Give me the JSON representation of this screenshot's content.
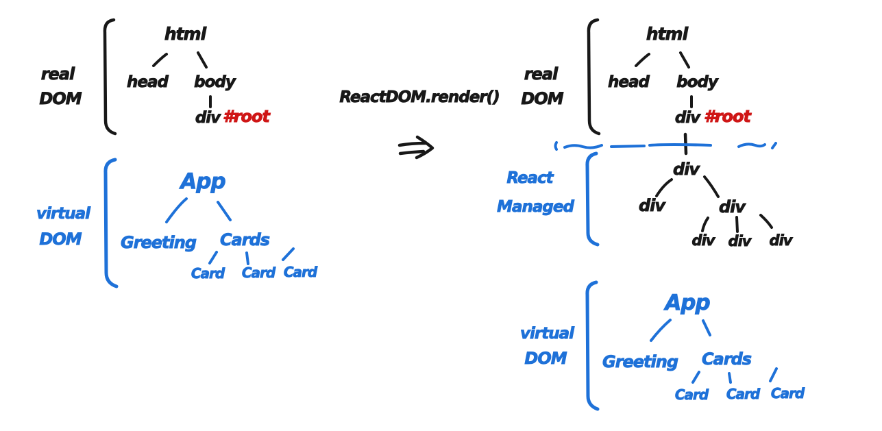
{
  "colors": {
    "ink": "#181818",
    "blue": "#1e71d8",
    "red": "#cf1616",
    "background": "#ffffff"
  },
  "transform": {
    "label": "ReactDOM.render()",
    "arrow": "double-arrow-right"
  },
  "left_real_dom": {
    "label_line1": "real",
    "label_line2": "DOM",
    "root": "html",
    "child_left": "head",
    "child_right": "body",
    "grandchild": "div",
    "root_id": "#root"
  },
  "left_virtual_dom": {
    "label_line1": "virtual",
    "label_line2": "DOM",
    "root": "App",
    "child_left": "Greeting",
    "child_right": "Cards",
    "leaf1": "Card",
    "leaf2": "Card",
    "leaf3": "Card"
  },
  "right_real_dom": {
    "label_line1": "real",
    "label_line2": "DOM",
    "root": "html",
    "child_left": "head",
    "child_right": "body",
    "grandchild": "div",
    "root_id": "#root"
  },
  "react_managed": {
    "label_line1": "React",
    "label_line2": "Managed",
    "root": "div",
    "child_left": "div",
    "child_right": "div",
    "leaf1": "div",
    "leaf2": "div",
    "leaf3": "div"
  },
  "right_virtual_dom": {
    "label_line1": "virtual",
    "label_line2": "DOM",
    "root": "App",
    "child_left": "Greeting",
    "child_right": "Cards",
    "leaf1": "Card",
    "leaf2": "Card",
    "leaf3": "Card"
  }
}
